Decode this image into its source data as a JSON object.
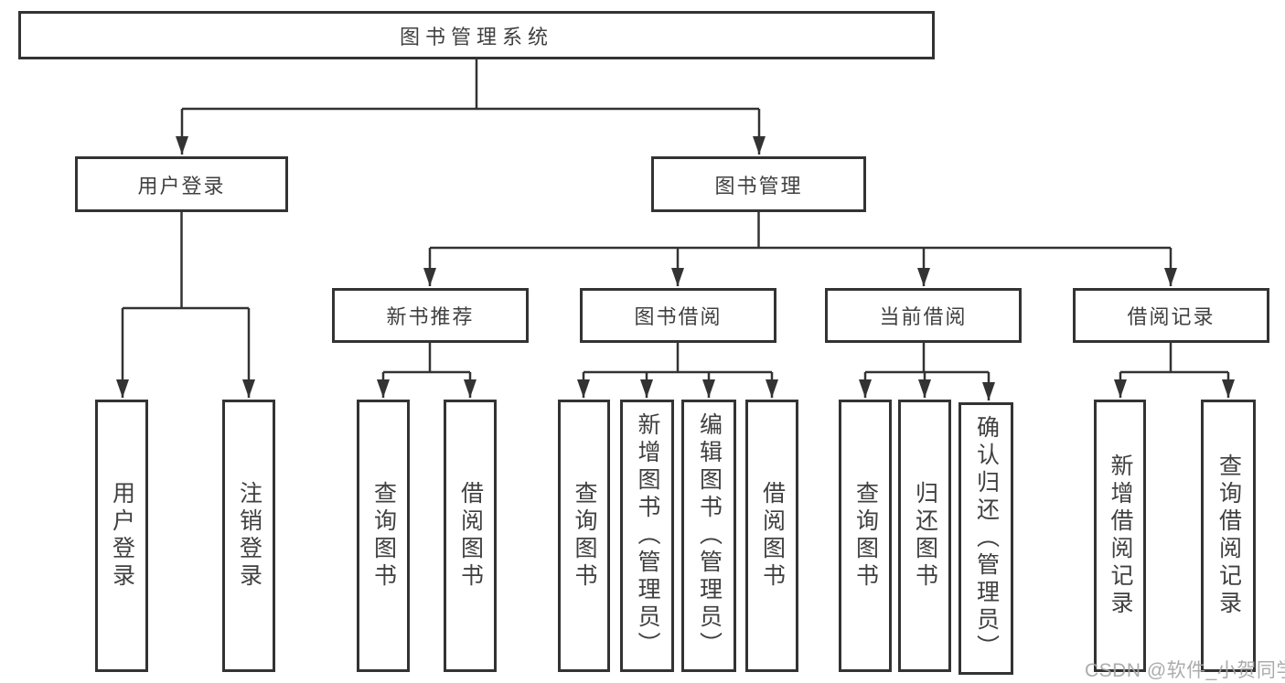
{
  "tree": {
    "root": {
      "label": "图书管理系统",
      "children": [
        {
          "label": "用户登录",
          "children": [
            {
              "label": "用户登录"
            },
            {
              "label": "注销登录"
            }
          ]
        },
        {
          "label": "图书管理",
          "children": [
            {
              "label": "新书推荐",
              "children": [
                {
                  "label": "查询图书"
                },
                {
                  "label": "借阅图书"
                }
              ]
            },
            {
              "label": "图书借阅",
              "children": [
                {
                  "label": "查询图书"
                },
                {
                  "label": "新增图书（管理员）"
                },
                {
                  "label": "编辑图书（管理员）"
                },
                {
                  "label": "借阅图书"
                }
              ]
            },
            {
              "label": "当前借阅",
              "children": [
                {
                  "label": "查询图书"
                },
                {
                  "label": "归还图书"
                },
                {
                  "label": "确认归还（管理员）"
                }
              ]
            },
            {
              "label": "借阅记录",
              "children": [
                {
                  "label": "新增借阅记录"
                },
                {
                  "label": "查询借阅记录"
                }
              ]
            }
          ]
        }
      ]
    }
  },
  "watermark": {
    "text": "CSDN @软件_小贺同学"
  },
  "colors": {
    "line": "#333333",
    "box_border": "#333333",
    "text": "#404040",
    "watermark": "#a5a5a5",
    "background": "#ffffff"
  }
}
